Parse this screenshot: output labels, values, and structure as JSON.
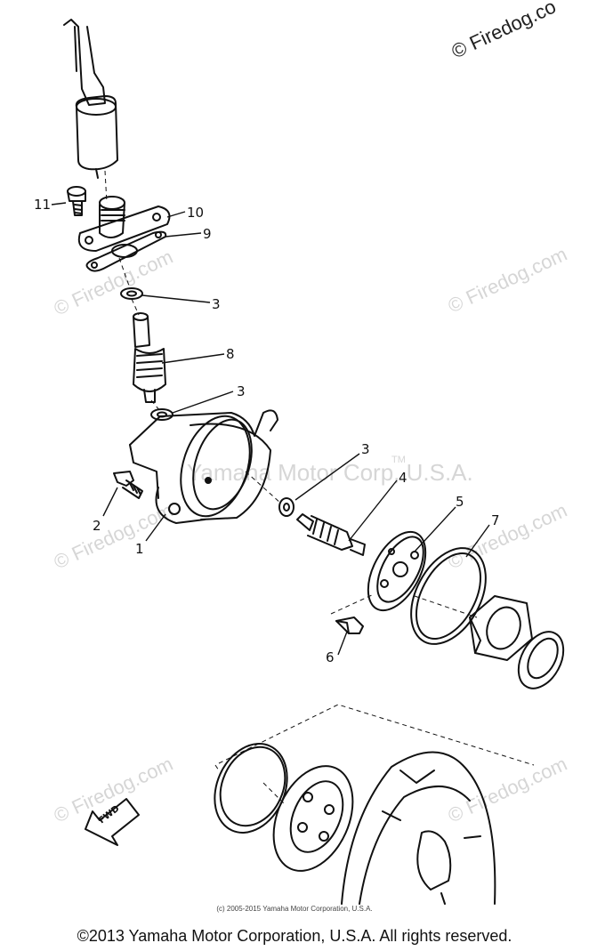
{
  "watermarks": {
    "top_right": "© Firedog.co",
    "repeat": "© Firedog.com",
    "center": "Yamaha Motor Corp, U.S.A.",
    "tm": "TM"
  },
  "callouts": [
    "1",
    "2",
    "3",
    "3",
    "3",
    "4",
    "5",
    "6",
    "7",
    "8",
    "9",
    "10",
    "11"
  ],
  "fwd_label": "FWD",
  "small_copyright": "(c) 2005-2015 Yamaha Motor Corporation, U.S.A.",
  "footer": "©2013 Yamaha Motor Corporation, U.S.A. All rights reserved."
}
